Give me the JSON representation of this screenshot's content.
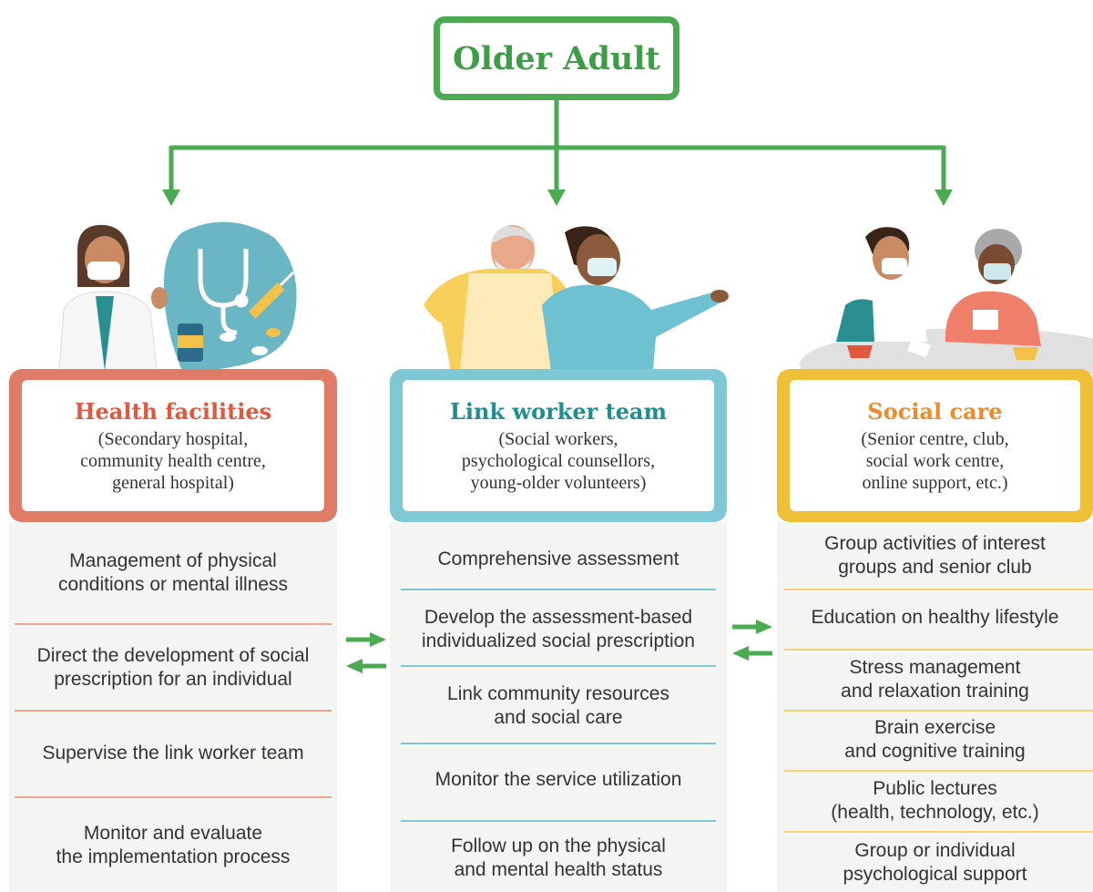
{
  "root": {
    "label": "Older Adult"
  },
  "colors": {
    "green": "#4caa53",
    "health": "#e07b68",
    "link": "#7ec8d6",
    "social": "#f0bf3a",
    "health_title": "#e2573e",
    "link_title": "#1f8e93",
    "social_title": "#ef8a2c"
  },
  "health": {
    "title": "Health facilities",
    "subtitle": [
      "(Secondary hospital,",
      "community health centre,",
      "general hospital)"
    ],
    "items": [
      [
        "Management of physical",
        "conditions or mental illness"
      ],
      [
        "Direct the development of social",
        "prescription for an individual"
      ],
      [
        "Supervise the link worker team"
      ],
      [
        "Monitor and evaluate",
        "the implementation process"
      ]
    ]
  },
  "link": {
    "title": "Link worker team",
    "subtitle": [
      "(Social workers,",
      "psychological counsellors,",
      "young-older volunteers)"
    ],
    "items": [
      [
        "Comprehensive assessment"
      ],
      [
        "Develop the assessment-based",
        "individualized social prescription"
      ],
      [
        "Link community resources",
        "and social care"
      ],
      [
        "Monitor the service utilization"
      ],
      [
        "Follow up on the physical",
        "and mental health status"
      ]
    ]
  },
  "social": {
    "title": "Social care",
    "subtitle": [
      "(Senior centre, club,",
      "social work centre,",
      "online support, etc.)"
    ],
    "items": [
      [
        "Group activities of interest",
        "groups and senior club"
      ],
      [
        "Education on healthy lifestyle"
      ],
      [
        "Stress management",
        "and relaxation training"
      ],
      [
        "Brain exercise",
        "and cognitive training"
      ],
      [
        "Public lectures",
        "(health, technology, etc.)"
      ],
      [
        "Group or individual",
        "psychological support"
      ]
    ]
  },
  "icons": [
    "doctor-illustration",
    "stethoscope-icon",
    "syringe-icon",
    "pill-bottle-icon",
    "elderly-man-illustration",
    "link-worker-illustration",
    "social-worker-illustration",
    "elderly-woman-illustration",
    "teacup-icon"
  ]
}
